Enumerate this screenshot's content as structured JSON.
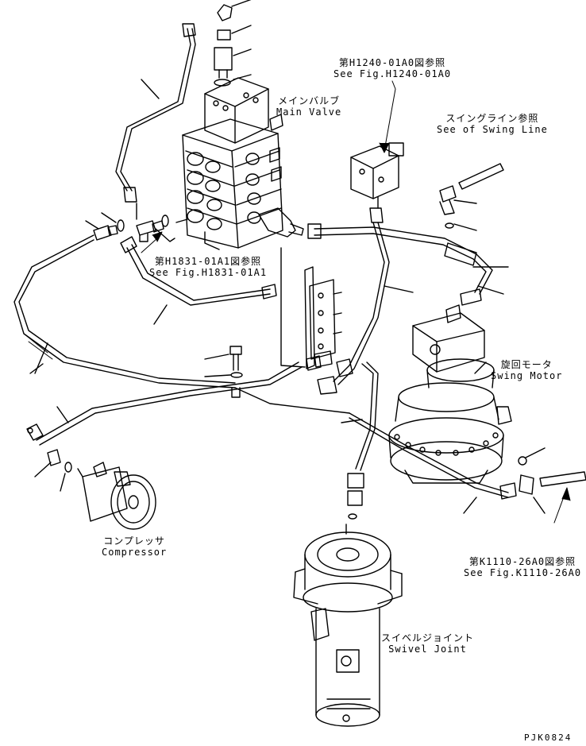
{
  "labels": {
    "main_valve": {
      "jp": "メインバルブ",
      "en": "Main Valve"
    },
    "fig_h1240": {
      "jp": "第H1240-01A0図参照",
      "en": "See Fig.H1240-01A0"
    },
    "swing_line": {
      "jp": "スイングライン参照",
      "en": "See of Swing Line"
    },
    "fig_h1831": {
      "jp": "第H1831-01A1図参照",
      "en": "See Fig.H1831-01A1"
    },
    "swing_motor": {
      "jp": "旋回モータ",
      "en": "Swing Motor"
    },
    "compressor": {
      "jp": "コンプレッサ",
      "en": "Compressor"
    },
    "fig_k1110": {
      "jp": "第K1110-26A0図参照",
      "en": "See Fig.K1110-26A0"
    },
    "swivel_joint": {
      "jp": "スイベルジョイント",
      "en": "Swivel Joint"
    }
  },
  "drawing_code": "PJK0824",
  "colors": {
    "line": "#000000",
    "background": "#ffffff"
  }
}
